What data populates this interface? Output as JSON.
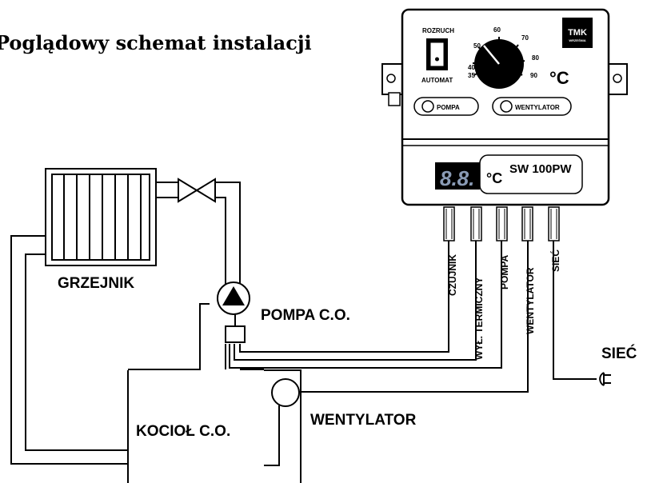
{
  "title": "Poglądowy schemat instalacji",
  "controller": {
    "brand": "TMK",
    "brand_sub": "WRZEŚNIA",
    "switch_top": "ROZRUCH",
    "switch_bottom": "AUTOMAT",
    "dial_ticks": [
      "35",
      "40",
      "50",
      "60",
      "70",
      "80",
      "90"
    ],
    "dial_unit": "°C",
    "button_pump": "POMPA",
    "button_fan": "WENTYLATOR",
    "display_value": "8.8.",
    "display_unit": "°C",
    "model": "SW 100PW"
  },
  "cables": [
    "CZUJNIK",
    "WYŁ. TERMICZNY",
    "POMPA",
    "WENTYLATOR",
    "SIEĆ"
  ],
  "labels": {
    "radiator": "GRZEJNIK",
    "pump": "POMPA C.O.",
    "fan": "WENTYLATOR",
    "boiler": "KOCIOŁ C.O.",
    "mains": "SIEĆ"
  },
  "colors": {
    "line": "#000000",
    "housing": "#ffffff",
    "display_digits": "#8a9bb5"
  }
}
